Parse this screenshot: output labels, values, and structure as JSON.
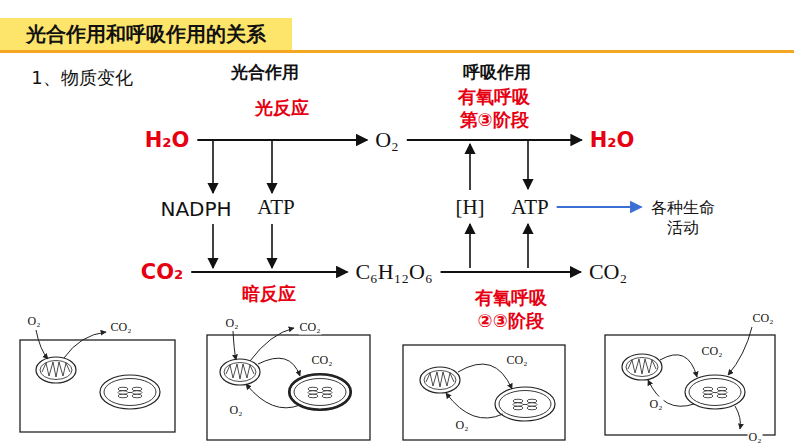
{
  "diagram": {
    "title": "光合作用和呼吸作用的关系",
    "nodes": [
      {
        "text": [
          "H₂O"
        ]
      },
      {
        "text": [
          "O₂"
        ]
      },
      {
        "text": [
          "H₂O"
        ]
      },
      {
        "text": [
          "NADPH"
        ]
      },
      {
        "text": [
          "ATP"
        ]
      },
      {
        "text": [
          "[H]"
        ]
      },
      {
        "text": [
          "ATP"
        ]
      },
      {
        "text": [
          "各种生命活动"
        ]
      },
      {
        "text": [
          "CO₂"
        ]
      },
      {
        "text": [
          "C₆H₁₂O₆"
        ]
      },
      {
        "text": [
          "CO₂"
        ]
      }
    ],
    "edges": [
      {
        "from": 0,
        "to": 1,
        "arrow": "to",
        "label": "光反应"
      },
      {
        "from": 1,
        "to": 2,
        "arrow": "to",
        "label": "有氧呼吸 第③阶段"
      },
      {
        "from": 8,
        "to": 9,
        "arrow": "to",
        "label": "暗反应"
      },
      {
        "from": 9,
        "to": 10,
        "arrow": "to",
        "label": "有氧呼吸 ②③阶段"
      },
      {
        "from": 6,
        "to": 7,
        "arrow": "to"
      }
    ],
    "labels": [
      "1、物质变化",
      "光合作用",
      "呼吸作用",
      "O₂",
      "CO₂",
      "O₂",
      "CO₂",
      "CO₂",
      "O₂",
      "CO₂",
      "O₂",
      "CO₂",
      "CO₂",
      "O₂",
      "O₂"
    ]
  }
}
